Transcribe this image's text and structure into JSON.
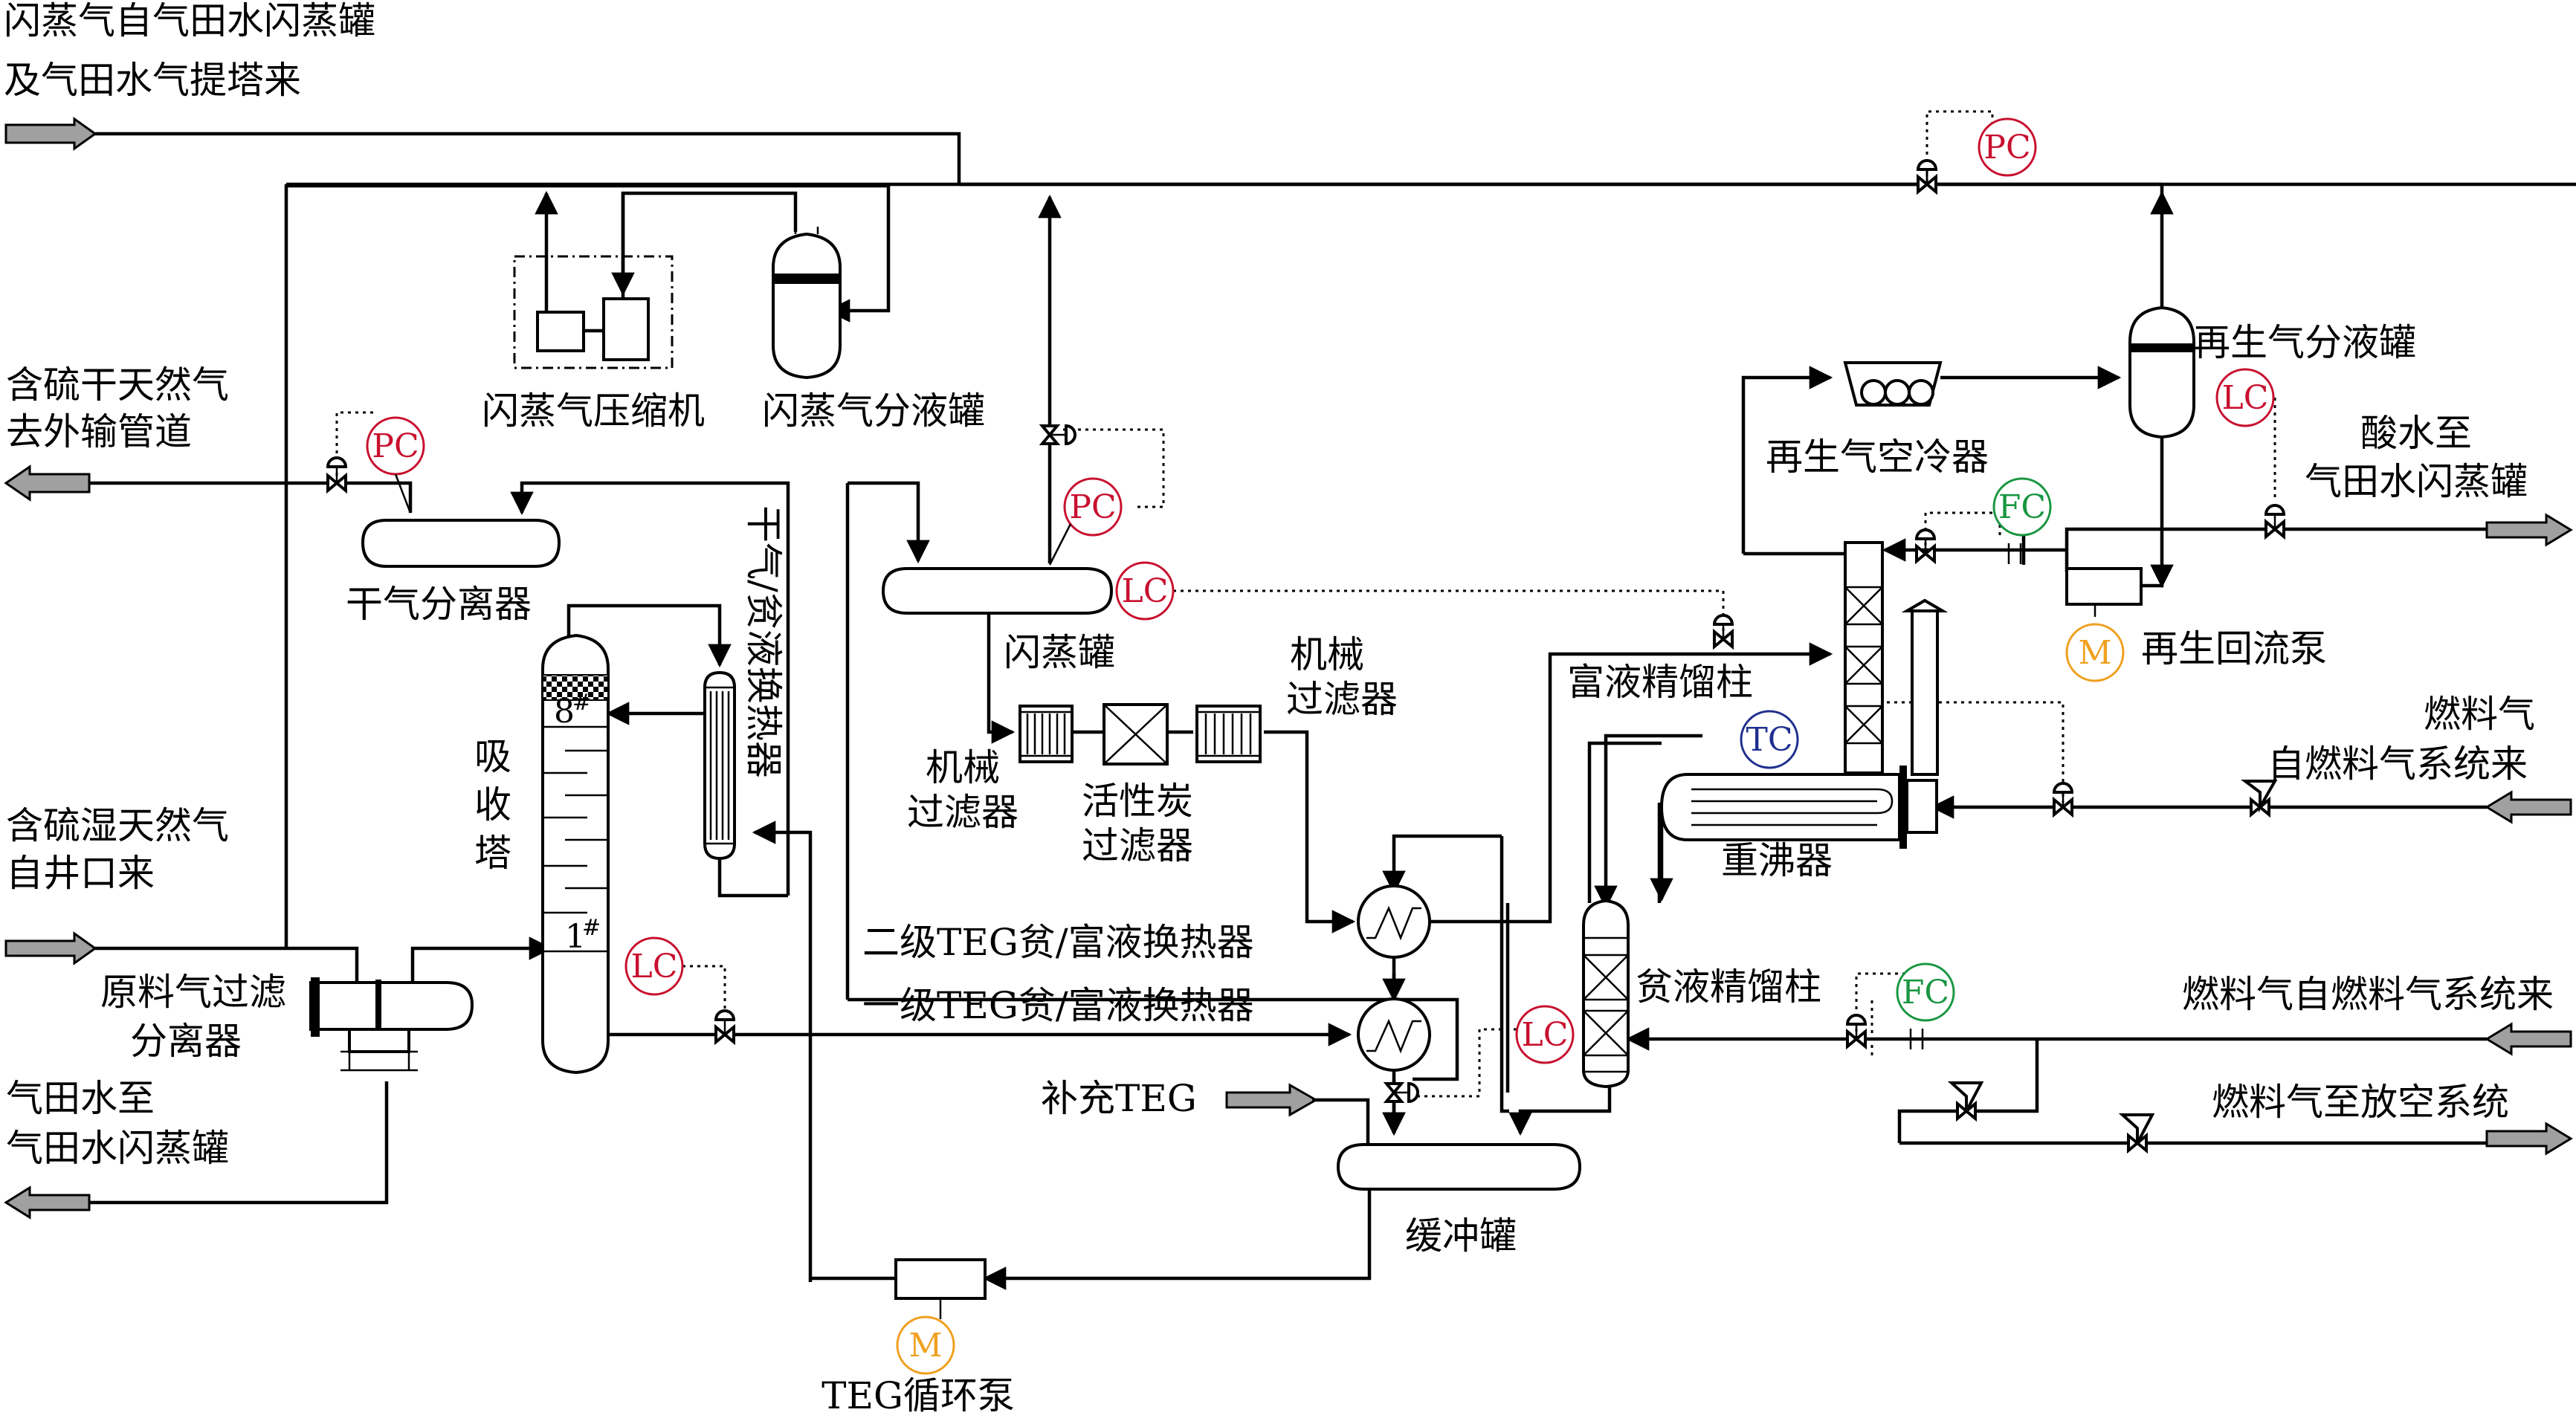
{
  "colors": {
    "line": "#000000",
    "pressure_control": "#c8102e",
    "level_control": "#c8102e",
    "flow_control": "#1a9641",
    "temperature_control": "#1f2f8f",
    "motor": "#f0a020",
    "inlet_arrow_fill": "#a0a0a0"
  },
  "streams": {
    "flash_gas_in": [
      "闪蒸气自气田水闪蒸罐",
      "及气田水气提塔来"
    ],
    "dry_gas_out": [
      "含硫干天然气",
      "去外输管道"
    ],
    "wet_gas_in": [
      "含硫湿天然气",
      "自井口来"
    ],
    "gasfield_water_out": [
      "气田水至",
      "气田水闪蒸罐"
    ],
    "acid_water_out": [
      "酸水至",
      "气田水闪蒸罐"
    ],
    "fuel_gas_in_top": [
      "燃料气",
      "自燃料气系统来"
    ],
    "fuel_gas_in_bottom": "燃料气自燃料气系统来",
    "fuel_gas_to_flare": "燃料气至放空系统",
    "makeup_teg": "补充TEG"
  },
  "equipment": {
    "flash_gas_compressor": "闪蒸气压缩机",
    "flash_gas_knockout": "闪蒸气分液罐",
    "dry_gas_separator": "干气分离器",
    "absorber": [
      "吸",
      "收",
      "塔"
    ],
    "lean_liquid_exchanger": "干气/贫液换热器",
    "feed_filter_separator": [
      "原料气过滤",
      "分离器"
    ],
    "flash_tank": "闪蒸罐",
    "mech_filter_1": [
      "机械",
      "过滤器"
    ],
    "carbon_filter": [
      "活性炭",
      "过滤器"
    ],
    "mech_filter_2": [
      "机械",
      "过滤器"
    ],
    "exchanger_stage2": "二级TEG贫/富液换热器",
    "exchanger_stage1": "一级TEG贫/富液换热器",
    "surge_tank": "缓冲罐",
    "circulation_pump": "TEG循环泵",
    "regen_air_cooler": "再生气空冷器",
    "regen_gas_knockout": "再生气分液罐",
    "rich_still_column": "富液精馏柱",
    "reboiler": "重沸器",
    "lean_still_column": "贫液精馏柱",
    "regen_reflux_pump": "再生回流泵"
  },
  "absorber_trays": {
    "top": "8",
    "bottom": "1",
    "mark": "#"
  },
  "instruments": {
    "pc": "PC",
    "lc": "LC",
    "fc": "FC",
    "tc": "TC",
    "motor": "M"
  }
}
